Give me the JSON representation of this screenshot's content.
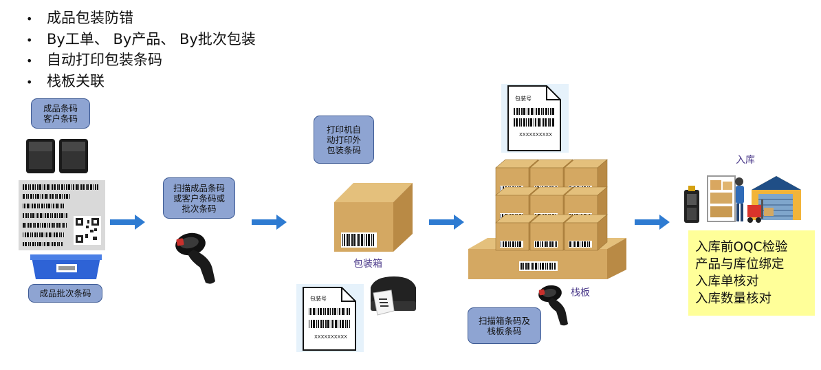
{
  "bullets": [
    "成品包装防错",
    "By工单、 By产品、 By批次包装",
    "自动打印包装条码",
    "栈板关联"
  ],
  "boxes": {
    "product_codes": [
      "成品条码",
      "客户条码"
    ],
    "batch_code": "成品批次条码",
    "scan_product": [
      "扫描成品条码",
      "或客户条码或",
      "批次条码"
    ],
    "printer_auto": [
      "打印机自",
      "动打印外",
      "包装条码"
    ],
    "scan_box": [
      "扫描箱条码及",
      "栈板条码"
    ]
  },
  "captions": {
    "box": "包装箱",
    "pallet": "栈板",
    "warehouse": "入库"
  },
  "label": {
    "title": "包装号",
    "serial": "XXXXXXXXXX"
  },
  "checklist": [
    "入库前OQC检验",
    "产品与库位绑定",
    "入库单核对",
    "入库数量核对"
  ],
  "colors": {
    "box_fill": "#8EA4D2",
    "arrow": "#2E7BD1",
    "carton": "#D4A862",
    "note": "#FFFF99"
  }
}
